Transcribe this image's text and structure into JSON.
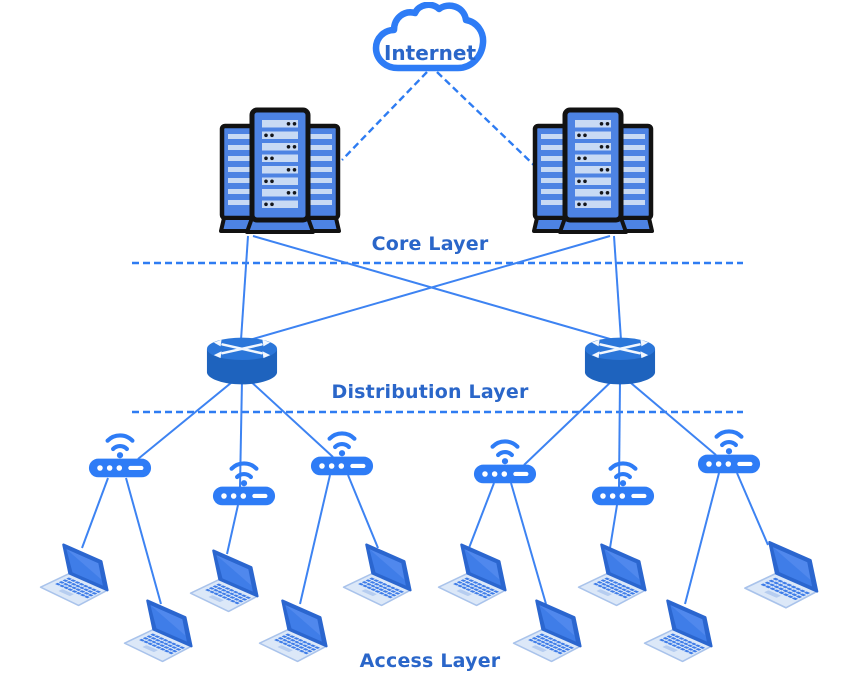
{
  "labels": {
    "internet": "Internet",
    "core_layer": "Core Layer",
    "distribution_layer": "Distribution Layer",
    "access_layer": "Access Layer"
  },
  "colors": {
    "link_blue": "#3d83f2",
    "dashed_blue": "#2e7cf2",
    "icon_blue": "#2e7cf6",
    "label_blue": "#2a66c9",
    "router_body": "#1e63be",
    "router_top": "#2b76d9",
    "server_fill": "#4d83e3",
    "server_slot": "#c8daf4",
    "laptop_screen": "#3f7de8",
    "laptop_base": "#dce8f8"
  },
  "topology": {
    "type": "three-tier-network-diagram",
    "layers": [
      {
        "name": "Internet",
        "nodes": [
          "internet-cloud"
        ]
      },
      {
        "name": "Core Layer",
        "nodes": [
          "core-server-1",
          "core-server-2"
        ]
      },
      {
        "name": "Distribution Layer",
        "nodes": [
          "distribution-router-1",
          "distribution-router-2"
        ]
      },
      {
        "name": "Access Layer",
        "nodes": [
          "access-point-1",
          "access-point-2",
          "access-point-3",
          "access-point-4",
          "access-point-5",
          "access-point-6",
          "laptop-1",
          "laptop-2",
          "laptop-3",
          "laptop-4",
          "laptop-5",
          "laptop-6",
          "laptop-7",
          "laptop-8",
          "laptop-9",
          "laptop-10"
        ]
      }
    ],
    "edges": [
      {
        "from": "internet-cloud",
        "to": "core-server-1",
        "style": "dashed"
      },
      {
        "from": "internet-cloud",
        "to": "core-server-2",
        "style": "dashed"
      },
      {
        "from": "core-server-1",
        "to": "distribution-router-1",
        "style": "solid"
      },
      {
        "from": "core-server-1",
        "to": "distribution-router-2",
        "style": "solid"
      },
      {
        "from": "core-server-2",
        "to": "distribution-router-1",
        "style": "solid"
      },
      {
        "from": "core-server-2",
        "to": "distribution-router-2",
        "style": "solid"
      },
      {
        "from": "distribution-router-1",
        "to": "access-point-1",
        "style": "solid"
      },
      {
        "from": "distribution-router-1",
        "to": "access-point-2",
        "style": "solid"
      },
      {
        "from": "distribution-router-1",
        "to": "access-point-3",
        "style": "solid"
      },
      {
        "from": "distribution-router-2",
        "to": "access-point-4",
        "style": "solid"
      },
      {
        "from": "distribution-router-2",
        "to": "access-point-5",
        "style": "solid"
      },
      {
        "from": "distribution-router-2",
        "to": "access-point-6",
        "style": "solid"
      },
      {
        "from": "access-point-1",
        "to": "laptop-1",
        "style": "solid"
      },
      {
        "from": "access-point-1",
        "to": "laptop-2",
        "style": "solid"
      },
      {
        "from": "access-point-2",
        "to": "laptop-3",
        "style": "solid"
      },
      {
        "from": "access-point-3",
        "to": "laptop-4",
        "style": "solid"
      },
      {
        "from": "access-point-3",
        "to": "laptop-5",
        "style": "solid"
      },
      {
        "from": "access-point-4",
        "to": "laptop-6",
        "style": "solid"
      },
      {
        "from": "access-point-4",
        "to": "laptop-7",
        "style": "solid"
      },
      {
        "from": "access-point-5",
        "to": "laptop-8",
        "style": "solid"
      },
      {
        "from": "access-point-6",
        "to": "laptop-9",
        "style": "solid"
      },
      {
        "from": "access-point-6",
        "to": "laptop-10",
        "style": "solid"
      }
    ]
  }
}
